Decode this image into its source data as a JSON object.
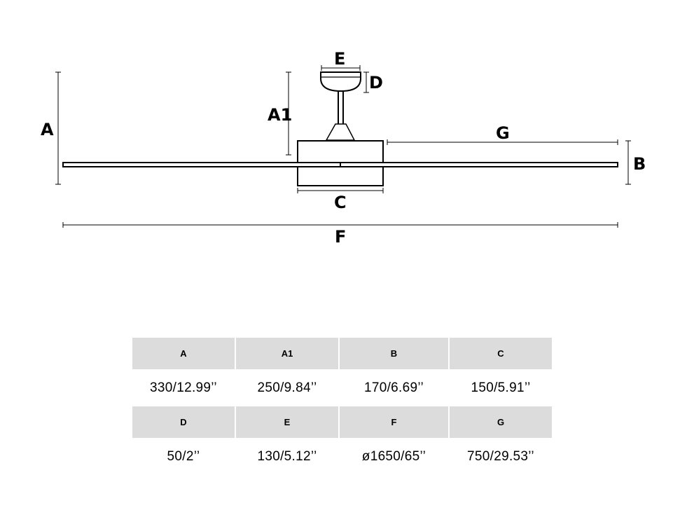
{
  "diagram": {
    "labels": {
      "A": "A",
      "A1": "A1",
      "B": "B",
      "C": "C",
      "D": "D",
      "E": "E",
      "F": "F",
      "G": "G"
    }
  },
  "table": {
    "row1": {
      "headers": [
        "A",
        "A1",
        "B",
        "C"
      ],
      "values": [
        "330/12.99’’",
        "250/9.84’’",
        "170/6.69’’",
        "150/5.91’’"
      ]
    },
    "row2": {
      "headers": [
        "D",
        "E",
        "F",
        "G"
      ],
      "values": [
        "50/2’’",
        "130/5.12’’",
        "ø1650/65’’",
        "750/29.53’’"
      ]
    }
  },
  "colors": {
    "line": "#000000",
    "header_bg": "#dcdcdc",
    "background": "#ffffff"
  }
}
